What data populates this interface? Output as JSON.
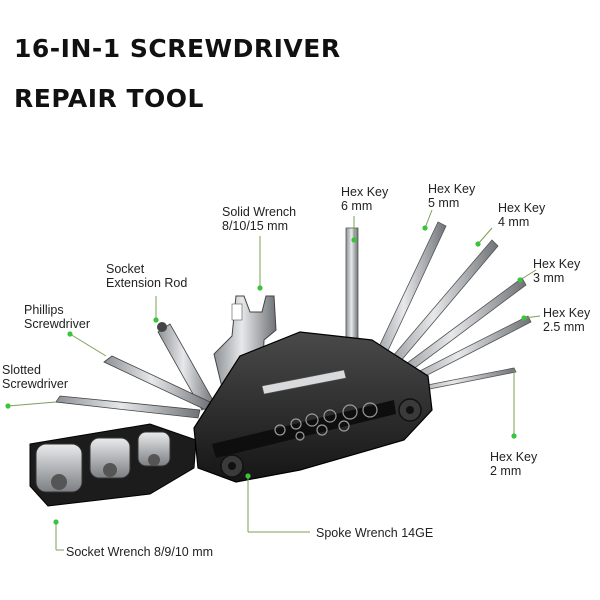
{
  "title": {
    "line1": "16-IN-1 SCREWDRIVER",
    "line2": "REPAIR TOOL"
  },
  "callouts": [
    {
      "id": "solid-wrench",
      "lines": [
        "Solid Wrench",
        "8/10/15 mm"
      ]
    },
    {
      "id": "hex-6",
      "lines": [
        "Hex Key",
        "6 mm"
      ]
    },
    {
      "id": "hex-5",
      "lines": [
        "Hex Key",
        "5 mm"
      ]
    },
    {
      "id": "hex-4",
      "lines": [
        "Hex Key",
        "4 mm"
      ]
    },
    {
      "id": "hex-3",
      "lines": [
        "Hex Key",
        "3 mm"
      ]
    },
    {
      "id": "hex-25",
      "lines": [
        "Hex Key",
        "2.5 mm"
      ]
    },
    {
      "id": "hex-2",
      "lines": [
        "Hex Key",
        "2 mm"
      ]
    },
    {
      "id": "socket-ext",
      "lines": [
        "Socket",
        "Extension Rod"
      ]
    },
    {
      "id": "phillips",
      "lines": [
        "Phillips",
        "Screwdriver"
      ]
    },
    {
      "id": "slotted",
      "lines": [
        "Slotted",
        "Screwdriver"
      ]
    },
    {
      "id": "socket-wrench",
      "lines": [
        "Socket Wrench 8/9/10 mm"
      ]
    },
    {
      "id": "spoke-wrench",
      "lines": [
        "Spoke Wrench 14GE"
      ]
    }
  ],
  "colors": {
    "leader": "#7aa05a",
    "dot": "#39c43b",
    "tool_body": "#2b2b2b",
    "metal": "#b9bcbf"
  }
}
